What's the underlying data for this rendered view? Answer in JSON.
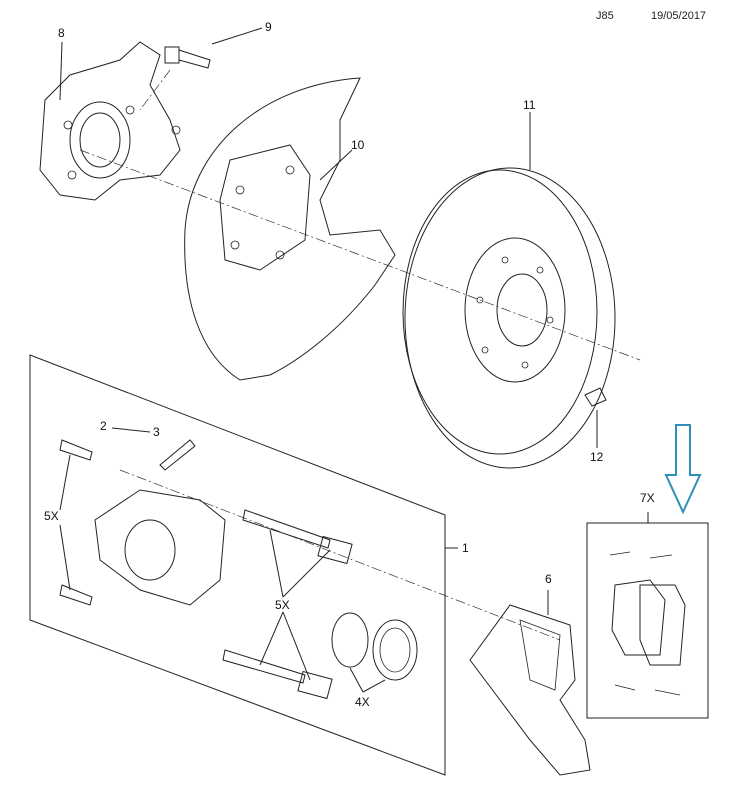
{
  "header": {
    "code": "J85",
    "date": "19/05/2017"
  },
  "callouts": {
    "c8": "8",
    "c9": "9",
    "c10": "10",
    "c11": "11",
    "c12": "12",
    "c2": "2",
    "c3": "3",
    "c5x_left": "5X",
    "c1": "1",
    "c6": "6",
    "c5x_center": "5X",
    "c4x": "4X",
    "c7x": "7X"
  },
  "colors": {
    "arrow": "#2e8fb8",
    "line": "#222222"
  }
}
